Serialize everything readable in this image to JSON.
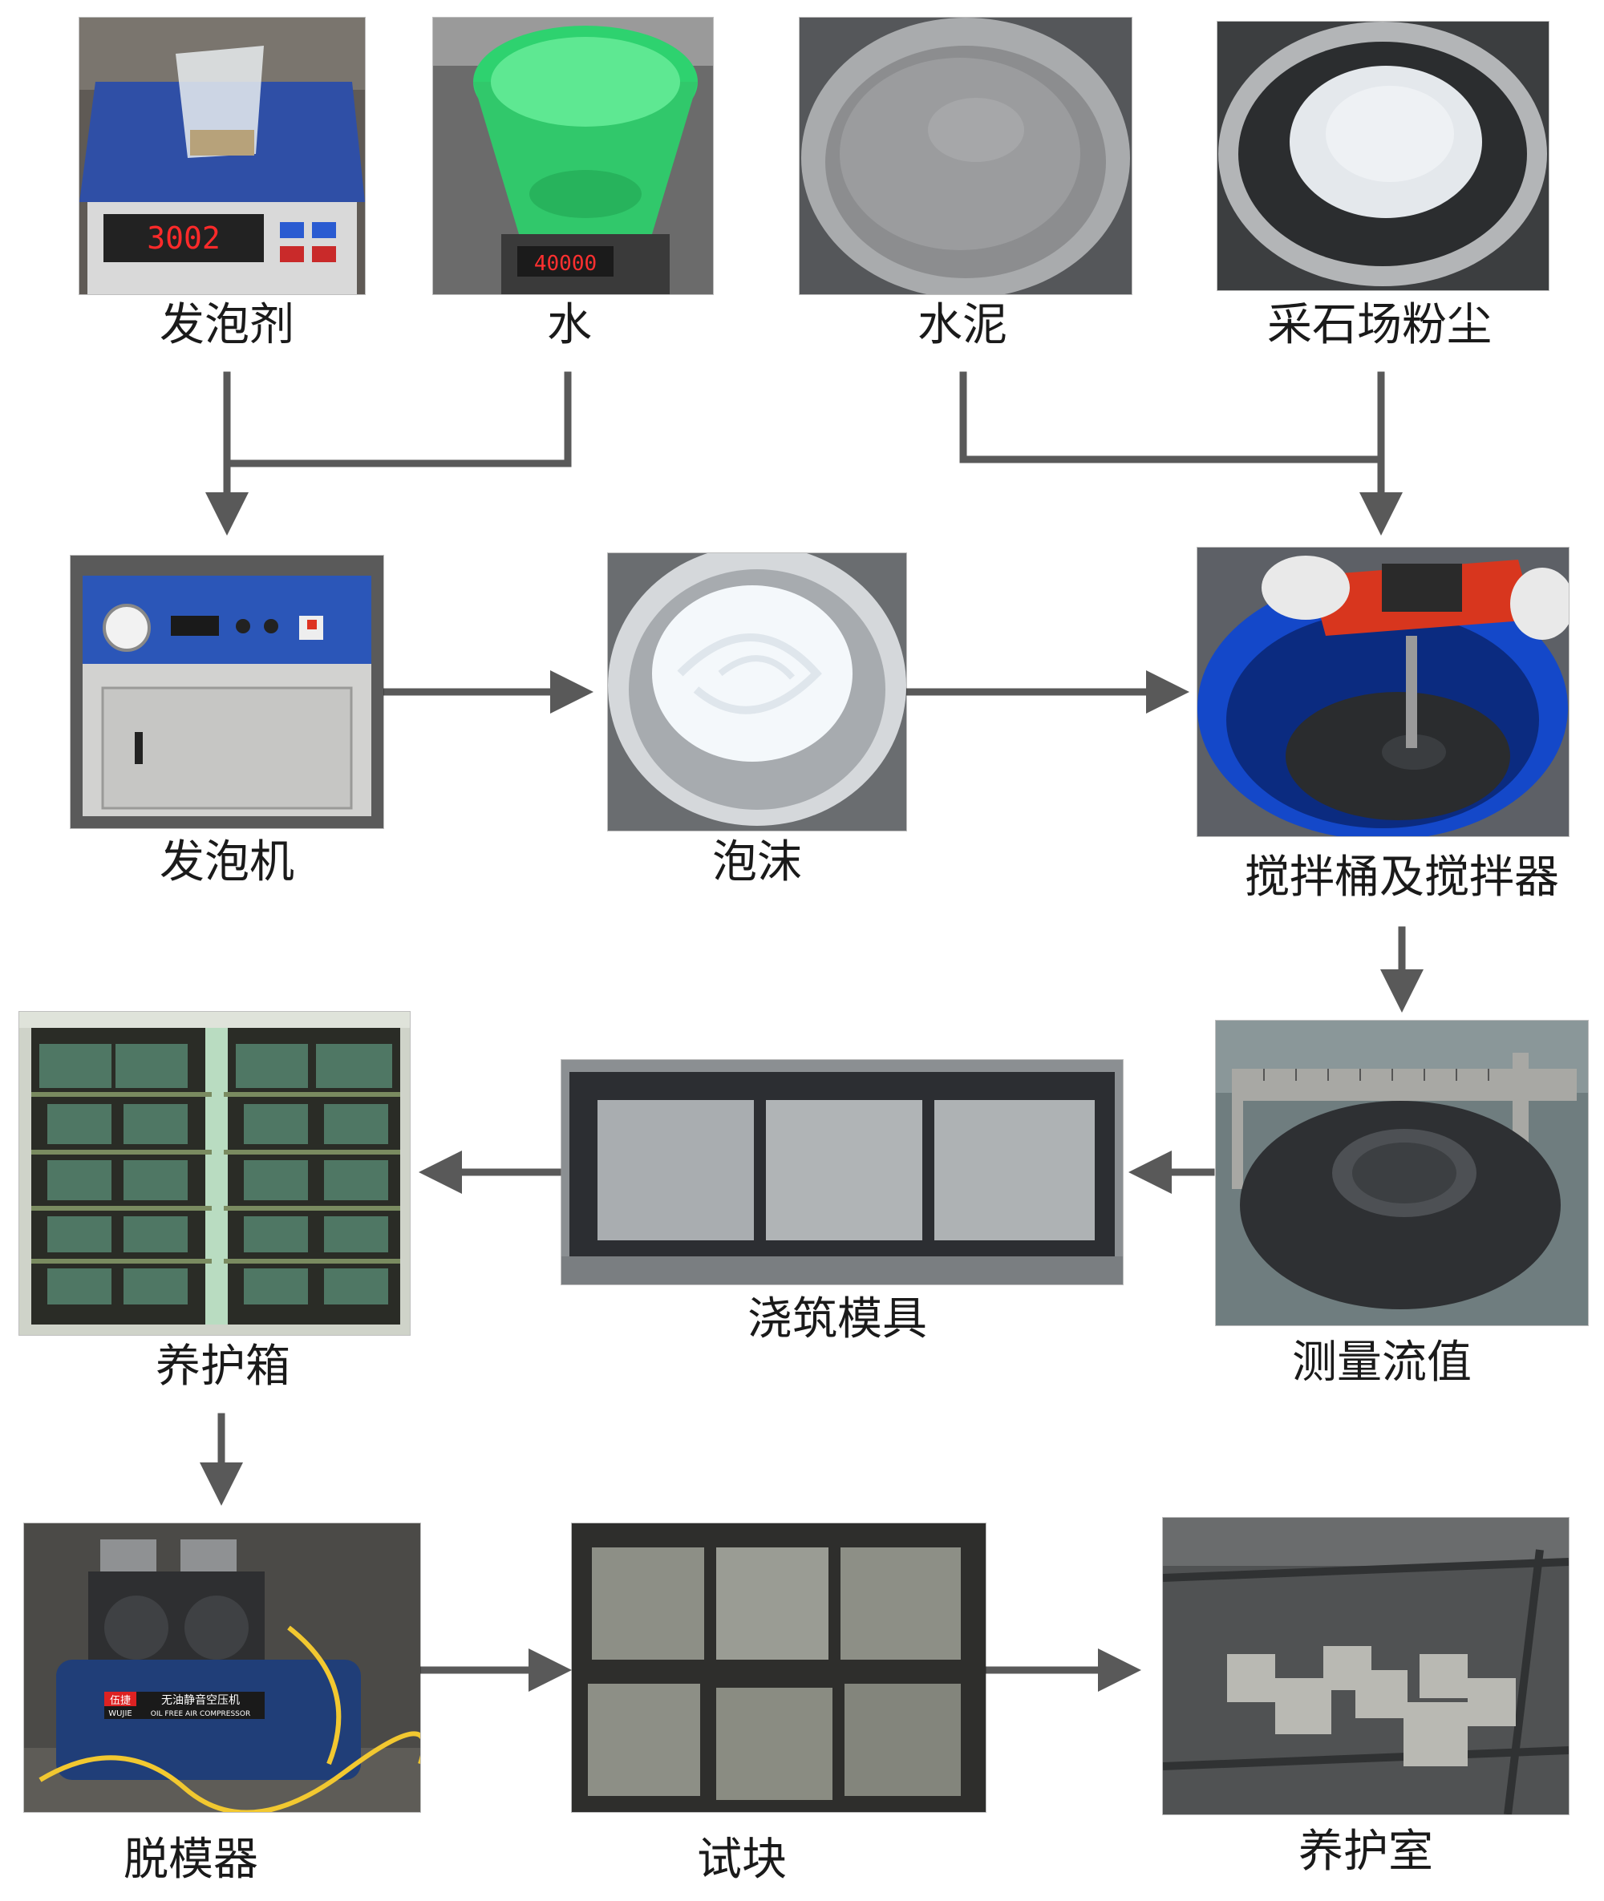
{
  "steps": {
    "foaming_agent": "发泡剂",
    "water": "水",
    "cement": "水泥",
    "quarry_dust": "采石场粉尘",
    "foaming_machine": "发泡机",
    "foam": "泡沫",
    "mixer": "搅拌桶及搅拌器",
    "flow_measure": "测量流值",
    "casting_mold": "浇筑模具",
    "curing_box": "养护箱",
    "demolder": "脱模器",
    "test_block": "试块",
    "curing_room": "养护室"
  },
  "photo_text": {
    "scale_display": "3002",
    "water_scale_display": "40000",
    "compressor_brand": "伍捷",
    "compressor_brand_latin": "WUJIE",
    "compressor_model": "无油静音空压机",
    "compressor_model_en": "OIL FREE AIR COMPRESSOR"
  },
  "colors": {
    "arrow": "#595959",
    "label_text": "#1a1a1a"
  }
}
